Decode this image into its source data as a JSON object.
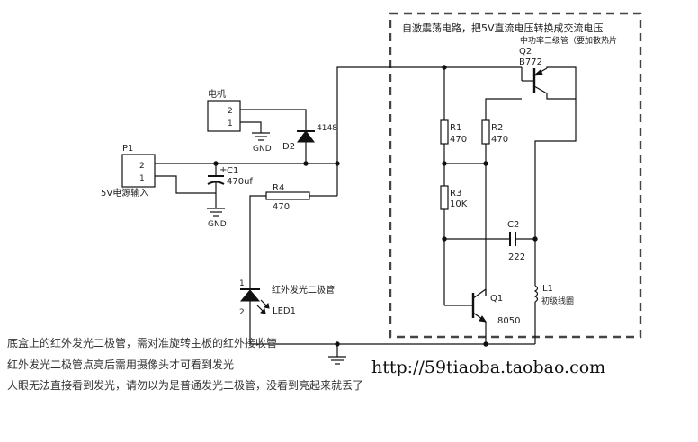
{
  "oscillator_box": {
    "title": "自激震荡电路，把5V直流电压转换成交流电压",
    "q2_note": "中功率三级管（要加散热片"
  },
  "components": {
    "p1": {
      "ref": "P1",
      "pin1": "1",
      "pin2": "2",
      "label": "5V电源输入"
    },
    "motor": {
      "label": "电机",
      "pin1": "1",
      "pin2": "2"
    },
    "d2": {
      "ref": "D2",
      "value": "4148"
    },
    "c1": {
      "ref": "C1",
      "value": "470uf",
      "polarity": "+"
    },
    "r4": {
      "ref": "R4",
      "value": "470"
    },
    "led": {
      "ref": "LED1",
      "label": "红外发光二极管",
      "pin1": "1",
      "pin2": "2"
    },
    "r1": {
      "ref": "R1",
      "value": "470"
    },
    "r2": {
      "ref": "R2",
      "value": "470"
    },
    "r3": {
      "ref": "R3",
      "value": "10K"
    },
    "c2": {
      "ref": "C2",
      "value": "222"
    },
    "q1": {
      "ref": "Q1",
      "value": "8050"
    },
    "q2": {
      "ref": "Q2",
      "value": "B772"
    },
    "l1": {
      "ref": "L1",
      "label": "初级线圈"
    }
  },
  "gnd_label": "GND",
  "notes": [
    "底盒上的红外发光二极管，需对准旋转主板的红外接收管",
    "红外发光二极管点亮后需用摄像头才可看到发光",
    "人眼无法直接看到发光，请勿以为是普通发光二极管，没看到亮起来就丢了"
  ],
  "url": "http://59tiaoba.taobao.com"
}
